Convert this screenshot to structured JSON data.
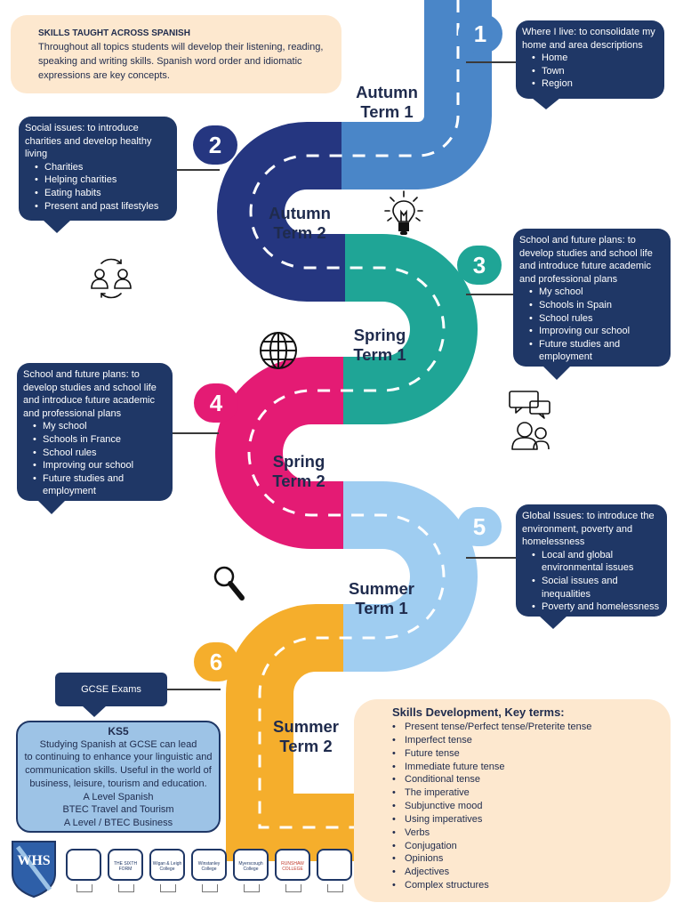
{
  "intro": {
    "heading": "SKILLS TAUGHT ACROSS SPANISH",
    "text": "Throughout  all topics students will develop their listening, reading, speaking and writing skills.  Spanish word order and idiomatic expressions are key concepts."
  },
  "stages": [
    {
      "number": "1",
      "term_line1": "Autumn",
      "term_line2": "Term 1",
      "color": "#4a86c8"
    },
    {
      "number": "2",
      "term_line1": "Autumn",
      "term_line2": "Term 2",
      "color": "#253680"
    },
    {
      "number": "3",
      "term_line1": "Spring",
      "term_line2": "Term 1",
      "color": "#1fa596"
    },
    {
      "number": "4",
      "term_line1": "Spring",
      "term_line2": "Term 2",
      "color": "#e41b74"
    },
    {
      "number": "5",
      "term_line1": "Summer",
      "term_line2": "Term 1",
      "color": "#9fcdf1"
    },
    {
      "number": "6",
      "term_line1": "Summer",
      "term_line2": "Term 2",
      "color": "#f5ae2c"
    }
  ],
  "bubbles": [
    {
      "head": "Where I live: to consolidate my home and area descriptions",
      "items": [
        "Home",
        "Town",
        "Region"
      ]
    },
    {
      "head": "Social issues:  to introduce charities and develop healthy living",
      "items": [
        "Charities",
        "Helping charities",
        "Eating habits",
        "Present and past lifestyles"
      ]
    },
    {
      "head": "School and future plans: to develop studies and school life and introduce future academic and professional plans",
      "items": [
        "My school",
        "Schools in Spain",
        "School rules",
        "Improving our school",
        "Future studies and employment"
      ]
    },
    {
      "head": "School and future plans: to develop studies and school life and introduce future academic and professional plans",
      "items": [
        "My school",
        "Schools in France",
        "School rules",
        "Improving our school",
        "Future studies and employment"
      ]
    },
    {
      "head": "Global Issues: to introduce the environment, poverty and homelessness",
      "items": [
        "Local and global environmental issues",
        "Social issues and inequalities",
        "Poverty and homelessness"
      ]
    }
  ],
  "gcse": "GCSE Exams",
  "ks5": {
    "heading": "KS5",
    "line1": "Studying Spanish at GCSE can lead",
    "line2": "to continuing to enhance your linguistic and",
    "line3": "communication skills. Useful in the world of",
    "line4": "business, leisure, tourism and education.",
    "line5": "A Level Spanish",
    "line6": "BTEC Travel and Tourism",
    "line7": "A Level / BTEC Business"
  },
  "skills": {
    "heading": "Skills Development, Key terms:",
    "items": [
      "Present tense/Perfect tense/Preterite tense",
      "Imperfect tense",
      "Future tense",
      "Immediate future tense",
      "Conditional tense",
      "The imperative",
      "Subjunctive mood",
      "Using imperatives",
      "Verbs",
      "Conjugation",
      "Opinions",
      "Adjectives",
      "Complex structures"
    ]
  },
  "logos": {
    "whs": "WHS",
    "items": [
      "",
      "THE SIXTH FORM",
      "Wigan & Leigh College",
      "Winstanley College",
      "Myerscough College",
      "RUNSHAW COLLEGE",
      ""
    ]
  },
  "icons": [
    "lightbulb-icon",
    "people-exchange-icon",
    "globe-icon",
    "speech-people-icon",
    "magnifier-icon"
  ]
}
